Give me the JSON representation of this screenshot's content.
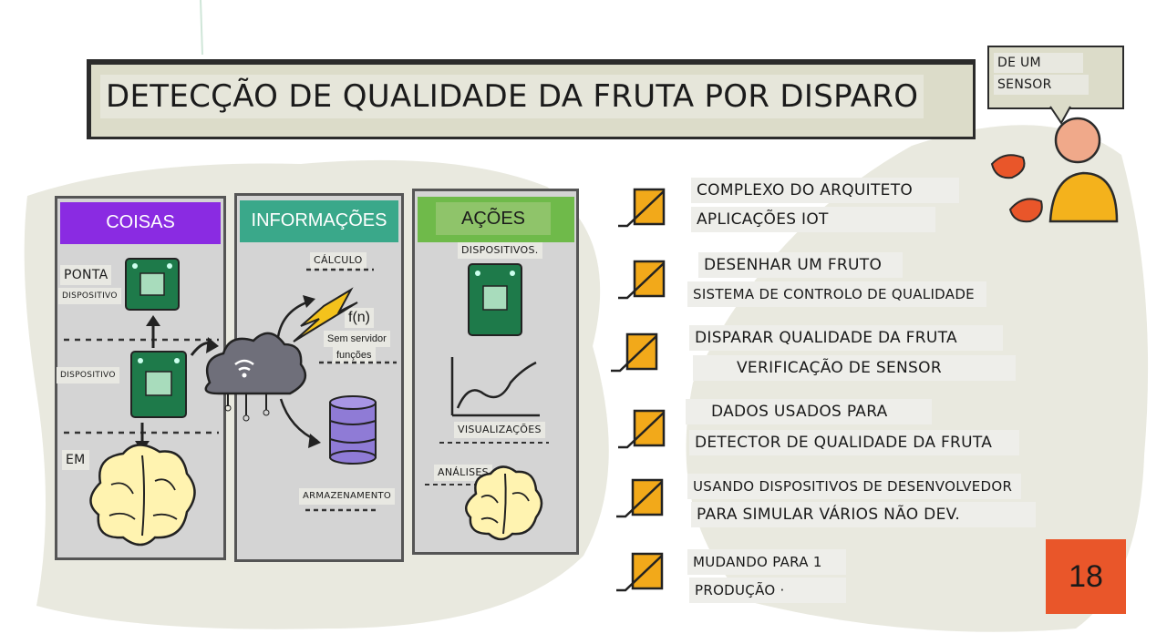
{
  "title": "DETECÇÃO DE QUALIDADE DA FRUTA POR DISPARO",
  "bubble": {
    "line1": "DE UM",
    "line2": "SENSOR"
  },
  "columns": {
    "things": {
      "header": "COISAS",
      "edge_label": "PONTA",
      "edge_sublabel": "DISPOSITIVO",
      "device_label": "DISPOSITIVO",
      "ml_label": "EM"
    },
    "information": {
      "header": "INFORMAÇÕES",
      "compute_label": "CÁLCULO",
      "fn_label": "f(n)",
      "serverless_line1": "Sem servidor",
      "serverless_line2": "funções",
      "storage_label": "ARMAZENAMENTO"
    },
    "actions": {
      "header": "AÇÕES",
      "devices_label": "DISPOSITIVOS.",
      "viz_label": "VISUALIZAÇÕES",
      "analytics_label": "ANÁLISES"
    }
  },
  "checklist": [
    {
      "line1": "COMPLEXO DO ARQUITETO",
      "line2": "APLICAÇÕES IOT"
    },
    {
      "line1": "DESENHAR UM FRUTO",
      "line2": "SISTEMA DE CONTROLO DE QUALIDADE"
    },
    {
      "line1": "DISPARAR QUALIDADE DA FRUTA",
      "line2": "VERIFICAÇÃO DE SENSOR"
    },
    {
      "line1": "DADOS USADOS PARA",
      "line2": "DETECTOR DE QUALIDADE DA FRUTA"
    },
    {
      "line1": "USANDO DISPOSITIVOS DE DESENVOLVEDOR",
      "line2": "PARA SIMULAR VÁRIOS NÃO DEV."
    },
    {
      "line1": "MUDANDO PARA 1",
      "line2": "PRODUÇÃO ·"
    }
  ],
  "page_number": "18",
  "colors": {
    "things_header": "#8a2be2",
    "info_header": "#3aa88a",
    "actions_header": "#6fba4a",
    "checkbox": "#f2a91a",
    "blob": "#e9e9df",
    "chip": "#1e7a4a",
    "page_number_bg": "#e9562a"
  }
}
